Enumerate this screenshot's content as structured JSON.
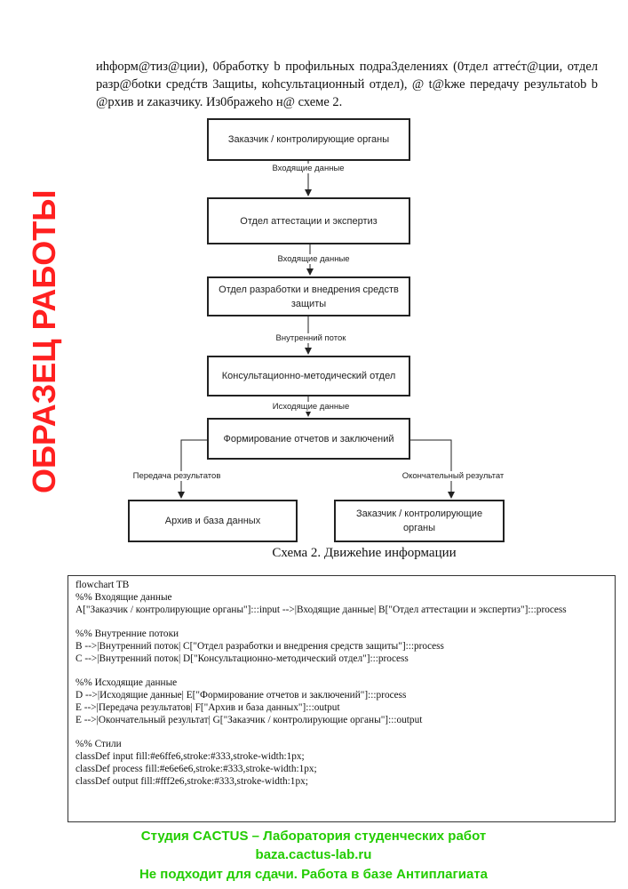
{
  "paragraph": "иhформ@тиз@ции), 0бработку b профильных подра3делениях (0тдел аттеćт@ции, отдел разр@бotки средćтв 3ащиtы, коhсультационный отдел), @ t@kже передачу результatob b @рхив и zаказчику. Из0бражеhо н@ схеме 2.",
  "diagram": {
    "nodes": {
      "a": "Заказчик / контролирующие органы",
      "b": "Отдел аттестации и экспертиз",
      "c": "Отдел разработки и внедрения средств защиты",
      "d": "Консультационно-методический отдел",
      "e": "Формирование отчетов и заключений",
      "f": "Архив и база данных",
      "g": "Заказчик / контролирующие органы"
    },
    "edges": {
      "ab": "Входящие данные",
      "bc": "Входящие данные",
      "cd": "Внутренний поток",
      "de": "Исходящие данные",
      "ef": "Передача результатов",
      "eg": "Окончательный результат"
    }
  },
  "caption": "Схема 2. Движеhие информации",
  "code_lines": [
    "flowchart TB",
    "%% Входящие данные",
    "A[\"Заказчик / контролирующие органы\"]:::input -->|Входящие данные| B[\"Отдел аттестации и экспертиз\"]:::process",
    "",
    "%% Внутренние потоки",
    "B -->|Внутренний поток| C[\"Отдел разработки и внедрения средств защиты\"]:::process",
    "C -->|Внутренний поток| D[\"Консультационно-методический отдел\"]:::process",
    "",
    "%% Исходящие данные",
    "D -->|Исходящие данные| E[\"Формирование отчетов и заключений\"]:::process",
    "E -->|Передача результатов| F[\"Архив и база данных\"]:::output",
    "E -->|Окончательный результат| G[\"Заказчик / контролирующие органы\"]:::output",
    "",
    "%% Стили",
    "classDef input fill:#e6ffe6,stroke:#333,stroke-width:1px;",
    "classDef process fill:#e6e6e6,stroke:#333,stroke-width:1px;",
    "classDef output fill:#fff2e6,stroke:#333,stroke-width:1px;"
  ],
  "watermark": {
    "main": "ОБРАЗЕЦ РАБОТЫ",
    "studio": "Студия CACTUS – Лаборатория студенческих работ",
    "site": "baza.cactus-lab.ru",
    "notice": "Не подходит для сдачи. Работа в базе Антиплагиата",
    "main_color": "#ff2020",
    "text_color": "#22cc00"
  }
}
